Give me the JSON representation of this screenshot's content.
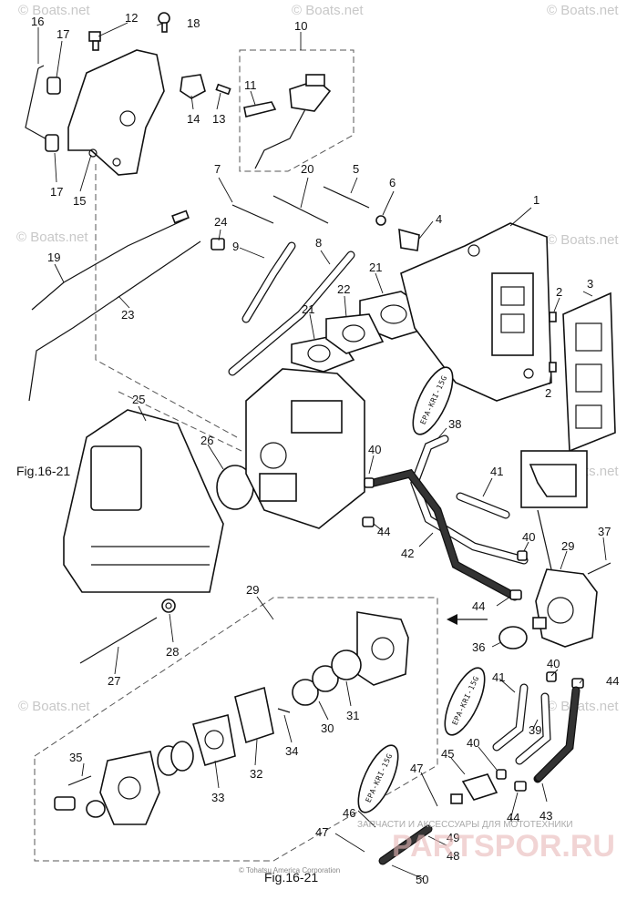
{
  "watermark": "© Boats.net",
  "figure_label": "Fig.16-21",
  "figure_label_left": "Fig.16-21",
  "copyright": "© Tohatsu America Corporation",
  "brand": {
    "tagline": "ЗАПЧАСТИ И АКСЕССУАРЫ ДЛЯ МОТОТЕХНИКИ",
    "name": "PARTSPOR.RU"
  },
  "stamp_text": "EPA-KRI-15G",
  "callouts": {
    "c1": "1",
    "c2a": "2",
    "c2b": "2",
    "c3": "3",
    "c4": "4",
    "c5": "5",
    "c6": "6",
    "c7": "7",
    "c8": "8",
    "c9": "9",
    "c10": "10",
    "c11": "11",
    "c12": "12",
    "c13": "13",
    "c14": "14",
    "c15": "15",
    "c16": "16",
    "c17a": "17",
    "c17b": "17",
    "c18": "18",
    "c19": "19",
    "c20": "20",
    "c21a": "21",
    "c21b": "21",
    "c22": "22",
    "c23": "23",
    "c24": "24",
    "c25": "25",
    "c26": "26",
    "c27": "27",
    "c28": "28",
    "c29a": "29",
    "c29b": "29",
    "c30": "30",
    "c31": "31",
    "c32": "32",
    "c33": "33",
    "c34": "34",
    "c35": "35",
    "c36": "36",
    "c37": "37",
    "c38": "38",
    "c39": "39",
    "c40a": "40",
    "c40b": "40",
    "c40c": "40",
    "c40d": "40",
    "c41a": "41",
    "c41b": "41",
    "c42": "42",
    "c43": "43",
    "c44a": "44",
    "c44b": "44",
    "c44c": "44",
    "c44d": "44",
    "c45": "45",
    "c46": "46",
    "c47a": "47",
    "c47b": "47",
    "c48": "48",
    "c49": "49",
    "c50": "50"
  }
}
